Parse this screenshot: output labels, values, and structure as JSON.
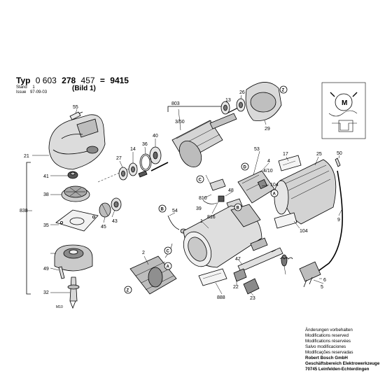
{
  "header": {
    "typ_label": "Typ",
    "part_number_a": "0 603",
    "part_number_b": "278",
    "part_number_c": "457",
    "equals": "=",
    "variant": "9415",
    "bild": "(Bild 1)",
    "stand_label": "Stand",
    "stand_value": "1",
    "issue_label": "Issue",
    "issue_value": "97-09-03"
  },
  "callouts": {
    "c55": "55",
    "c21": "21",
    "c41": "41",
    "c38": "38",
    "c838": "838",
    "c35": "35",
    "c45": "45",
    "c43": "43",
    "c49": "49",
    "c32": "32",
    "c2": "2",
    "c803": "803",
    "c350": "3/50",
    "c13": "13",
    "c26": "26",
    "c29": "29",
    "c40": "40",
    "c36": "36",
    "c14": "14",
    "c27": "27",
    "c53": "53",
    "c4": "4",
    "c410": "4/10",
    "c17": "17",
    "c25": "25",
    "c50": "50",
    "c9": "9",
    "c104a": "104",
    "c104b": "104",
    "c810": "810",
    "c39": "39",
    "c48": "48",
    "c816": "816",
    "c1": "1",
    "c54": "54",
    "c47": "47",
    "c22": "22",
    "c23": "23",
    "c888": "888",
    "c6": "6",
    "c5": "5",
    "m10": "M10"
  },
  "markers": {
    "a": "A",
    "b": "B",
    "c": "C",
    "d": "D",
    "z": "Z"
  },
  "motor_symbol": "M",
  "notes": [
    "Änderungen vorbehalten",
    "Modifications reserved",
    "Modifications réservées",
    "Salvo modificaciones",
    "Modificações reservadas",
    "Robert Bosch GmbH",
    "Geschäftsbereich Elektrowerkzeuge",
    "70745 Leinfelden-Echterdingen"
  ]
}
